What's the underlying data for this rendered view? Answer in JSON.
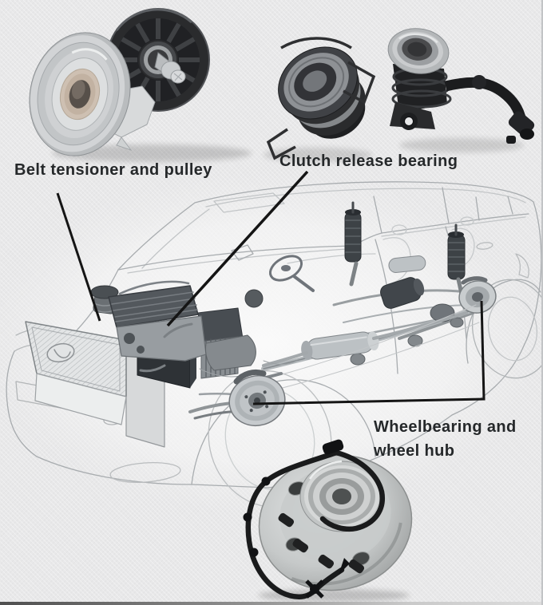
{
  "page": {
    "background": "#e8e8e9",
    "label_color": "#25282a",
    "leader_color": "#151515",
    "accent_red": "#c0392b",
    "bottom_bar_left_color": "#4f4f4f"
  },
  "callouts": {
    "belt": {
      "label": "Belt tensioner and pulley"
    },
    "clutch": {
      "label": "Clutch release bearing"
    },
    "wheel": {
      "label_line1": "Wheelbearing and",
      "label_line2": "wheel hub"
    }
  },
  "figures": [
    {
      "name": "belt-tensioner-and-pulley-photo",
      "kind": "product photo"
    },
    {
      "name": "clutch-release-bearing-photo",
      "kind": "product photo"
    },
    {
      "name": "concentric-slave-cylinder-photo",
      "kind": "product photo"
    },
    {
      "name": "wheel-hub-assembly-photo",
      "kind": "product photo"
    },
    {
      "name": "car-chassis-cutaway-drawing",
      "kind": "line illustration"
    }
  ]
}
